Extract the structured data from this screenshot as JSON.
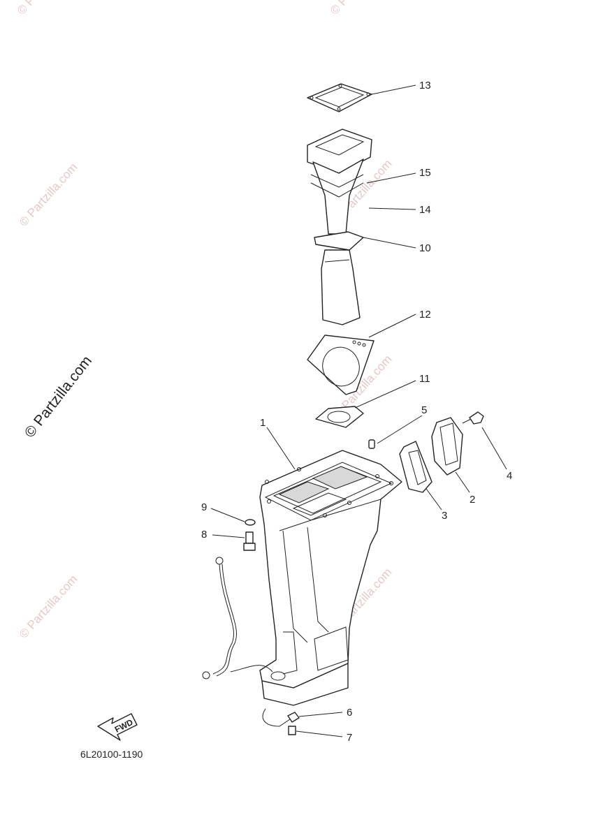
{
  "diagram": {
    "part_code": "6L20100-1190",
    "fwd_label": "FWD",
    "watermark": "© Partzilla.com",
    "callouts": [
      "1",
      "2",
      "3",
      "4",
      "5",
      "6",
      "7",
      "8",
      "9",
      "10",
      "11",
      "12",
      "13",
      "14",
      "15"
    ]
  }
}
